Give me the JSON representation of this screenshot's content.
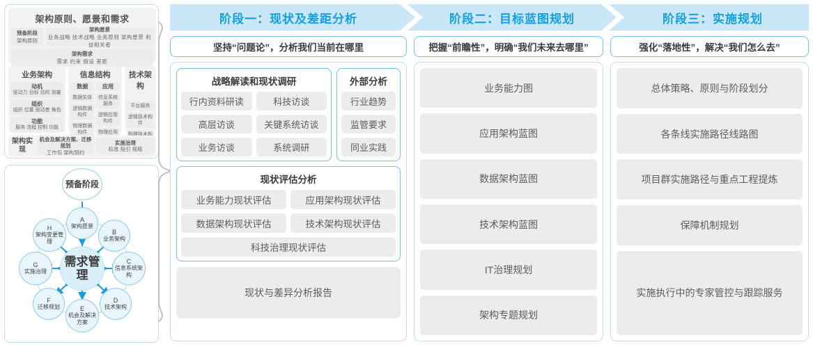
{
  "left_panel": {
    "togaf": {
      "block1": {
        "title": "架构原则、愿景和需求",
        "stage_chip": {
          "line1": "预备阶段",
          "line2": "架构原则"
        },
        "vision_chip": {
          "line1": "架构愿景",
          "line2": "业务战略 技术战略 业务原则 架构愿景 利益相关者"
        },
        "req_chip": {
          "line1": "架构需求",
          "line2": "需求  约束  假设  差距"
        }
      },
      "block2": {
        "business": {
          "title": "业务架构",
          "items": [
            {
              "name": "动机",
              "detail": "驱动力 目标 目的 测量"
            },
            {
              "name": "组织",
              "detail": "组织 位置 驱动者 角色"
            },
            {
              "name": "功能",
              "detail": "服务 流程 控制 功能"
            }
          ]
        },
        "information": {
          "title": "信息结构",
          "data_col": {
            "head": "数据",
            "items": [
              "数据实体",
              "逻辑数据构件",
              "物理数据构件"
            ]
          },
          "app_col": {
            "head": "应用",
            "items": [
              "信息系统服务",
              "逻辑应用构件",
              "物理应用构件"
            ]
          }
        },
        "technology": {
          "title": "技术架构",
          "items": [
            "平台服务",
            "逻辑技术构件",
            "物理技术构件"
          ]
        }
      },
      "block3": {
        "label": "架构实现",
        "chips": [
          {
            "name": "机会及解决方案、迁移规划",
            "detail": "工作包  架构契约"
          },
          {
            "name": "实施治理",
            "detail": "标准  指引  规格"
          }
        ]
      }
    },
    "adm": {
      "prep": "预备阶段",
      "center": "需求管理",
      "nodes": [
        {
          "key": "A",
          "label": "架构愿景"
        },
        {
          "key": "B",
          "label": "业务架构"
        },
        {
          "key": "C",
          "label": "信息系统架构"
        },
        {
          "key": "D",
          "label": "技术架构"
        },
        {
          "key": "E",
          "label": "机会及解决方案"
        },
        {
          "key": "F",
          "label": "迁移规划"
        },
        {
          "key": "G",
          "label": "实施治理"
        },
        {
          "key": "H",
          "label": "架构变更管理"
        }
      ]
    }
  },
  "phases": [
    {
      "header": "阶段一：现状及差距分析",
      "slogan": "坚持“问题论”，分析我们当前在哪里",
      "sections": [
        {
          "title": "战略解读和现状调研",
          "items": [
            "行内资料研读",
            "科技访谈",
            "高层访谈",
            "关键系统访谈",
            "业务访谈",
            "系统调研"
          ]
        },
        {
          "title": "外部分析",
          "items": [
            "行业趋势",
            "监管要求",
            "同业实践"
          ]
        },
        {
          "title": "现状评估分析",
          "items": [
            "业务能力现状评估",
            "应用架构现状评估",
            "数据架构现状评估",
            "技术架构现状评估"
          ],
          "full_item": "科技治理现状评估"
        }
      ],
      "report": "现状与差异分析报告"
    },
    {
      "header": "阶段二：目标蓝图规划",
      "slogan": "把握“前瞻性”，明确“我们未来去哪里”",
      "items": [
        "业务能力图",
        "应用架构蓝图",
        "数据架构蓝图",
        "技术架构蓝图",
        "IT治理规划",
        "架构专题规划"
      ]
    },
    {
      "header": "阶段三：实施规划",
      "slogan": "强化“落地性”，解决“我们怎么去”",
      "items": [
        "总体策略、原则与阶段划分",
        "各条线实施路径线路图",
        "项目群实施路径与重点工程提炼",
        "保障机制规划",
        "实施执行中的专家管控与跟踪服务"
      ]
    }
  ],
  "colors": {
    "band": "#c9e7f7",
    "header_text": "#169fe0",
    "panel_border": "#bfe0f2",
    "accent_border": "#6ec3ea",
    "chip_bg": "#ececec",
    "chip_text": "#5d5d5d"
  }
}
